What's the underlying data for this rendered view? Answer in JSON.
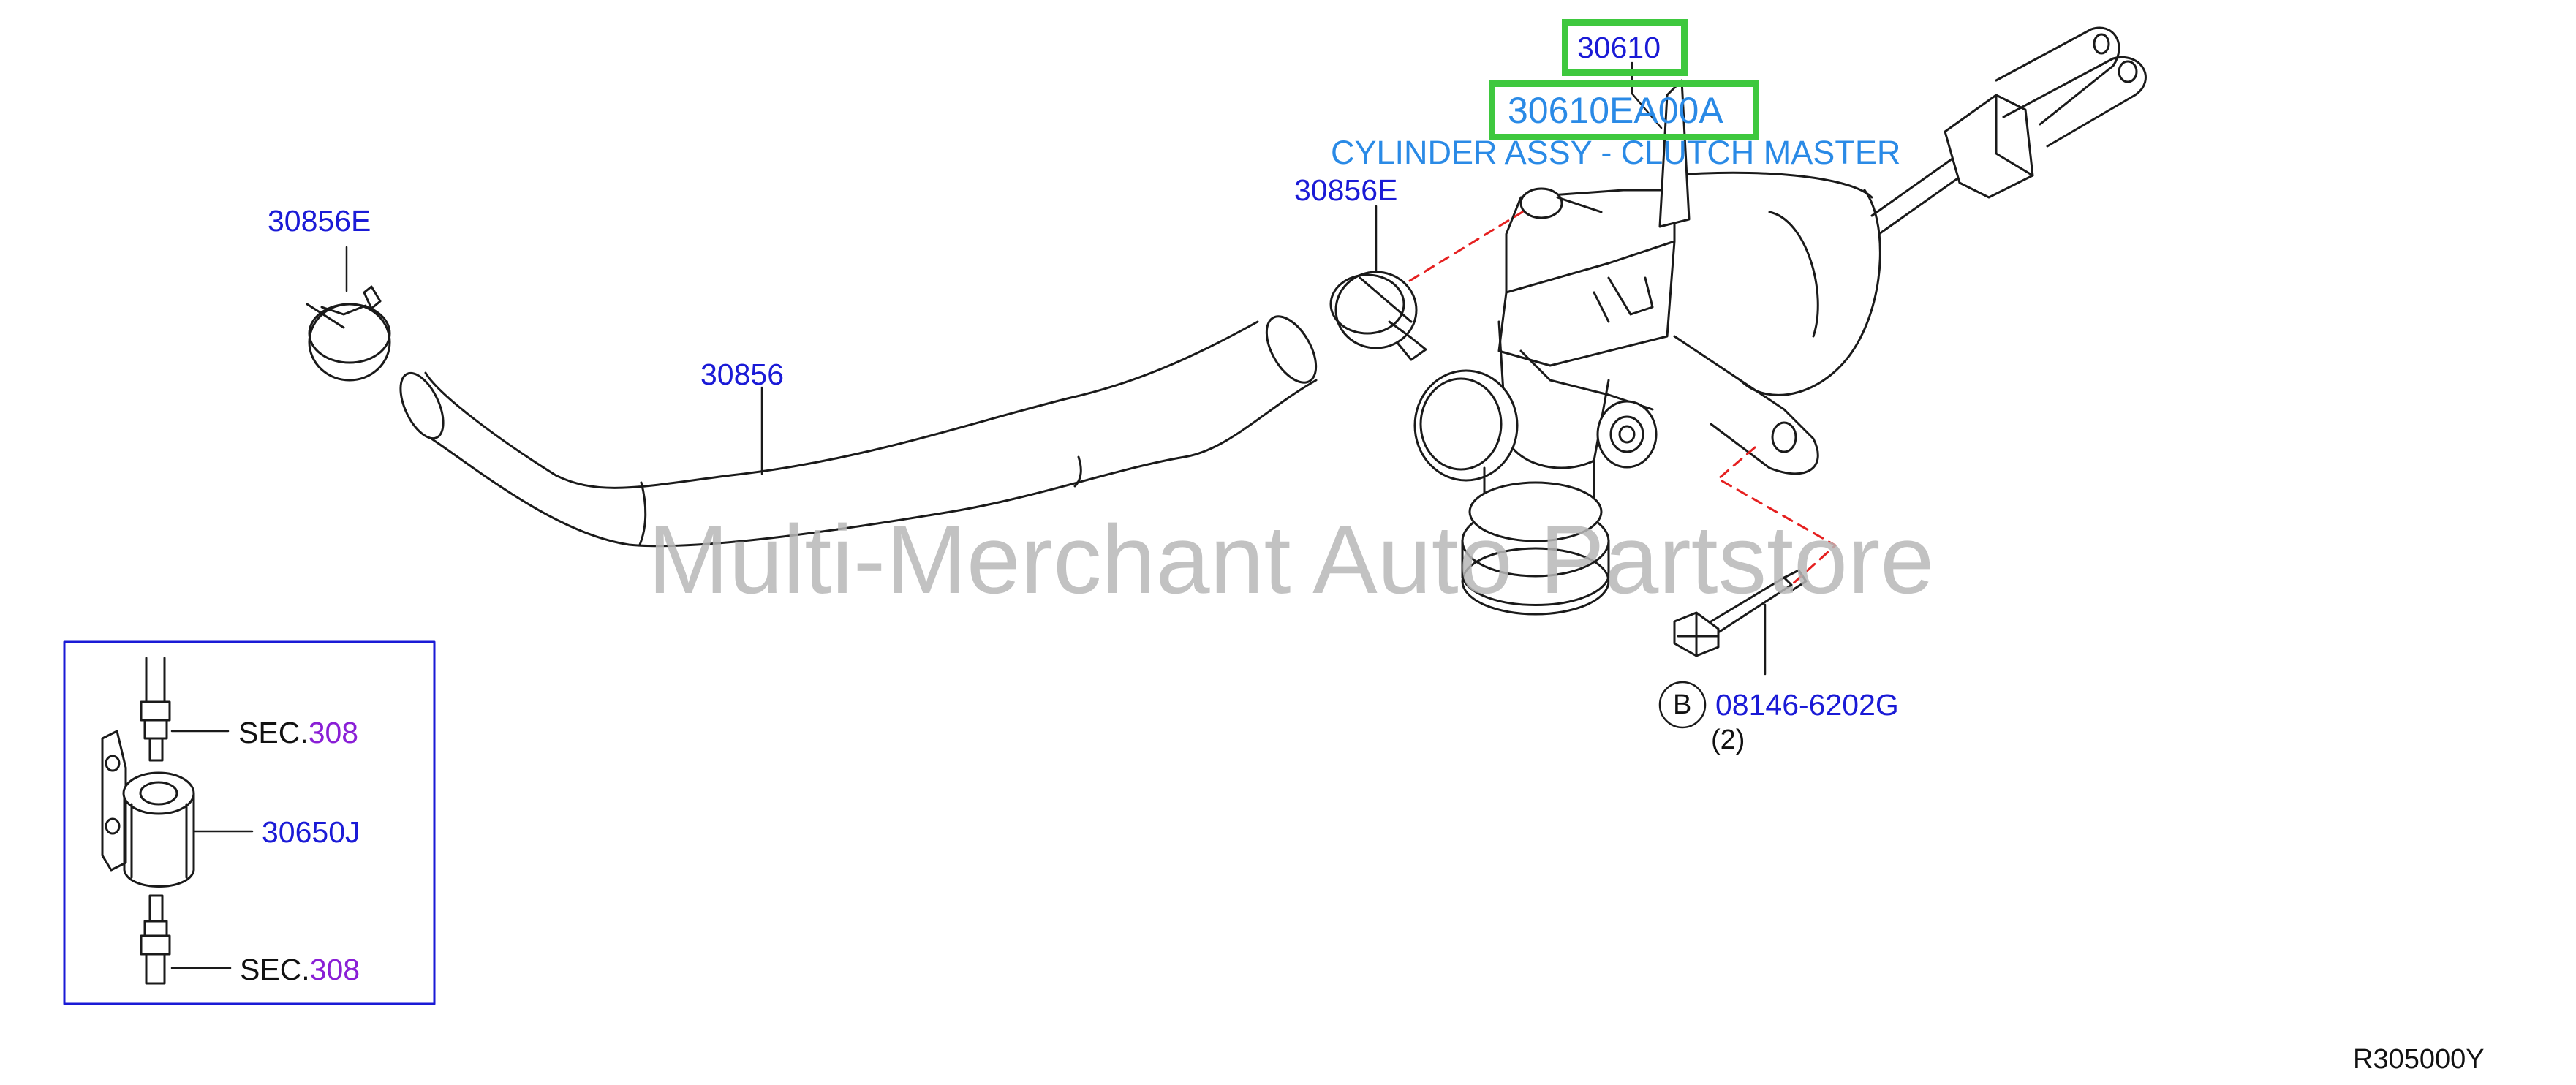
{
  "parts": {
    "clamp_left": "30856E",
    "hose": "30856",
    "clamp_right": "30856E",
    "part_group": "30610",
    "part_number": "30610EA00A",
    "part_name": "CYLINDER ASSY - CLUTCH MASTER",
    "bolt": "08146-6202G",
    "bolt_marker": "B",
    "bolt_qty": "(2)"
  },
  "inset": {
    "sec_top_prefix": "SEC.",
    "sec_top_num": "308",
    "damper": "30650J",
    "sec_bottom_prefix": "SEC.",
    "sec_bottom_num": "308"
  },
  "watermark": "Multi-Merchant Auto Partstore",
  "diagram_code": "R305000Y",
  "colors": {
    "part_label": "#1a1ad6",
    "name_label": "#2a8ae6",
    "highlight": "#3ec83e",
    "section_number": "#8a1fd6",
    "leader_dashed": "#e52020"
  }
}
